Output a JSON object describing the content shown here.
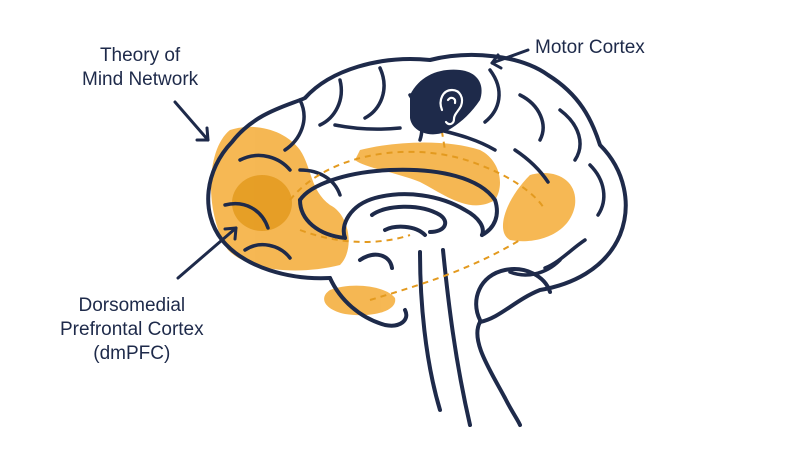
{
  "labels": {
    "tom_line1": "Theory of",
    "tom_line2": "Mind Network",
    "motor": "Motor Cortex",
    "dmpfc_line1": "Dorsomedial",
    "dmpfc_line2": "Prefrontal Cortex",
    "dmpfc_line3": "(dmPFC)"
  },
  "colors": {
    "outline": "#1e2a4a",
    "highlight": "#f5b041",
    "highlight_dark": "#e39a1f",
    "motor_fill": "#1e2a4a",
    "background": "#ffffff"
  },
  "icons": {
    "motor_region": "ear-icon"
  }
}
